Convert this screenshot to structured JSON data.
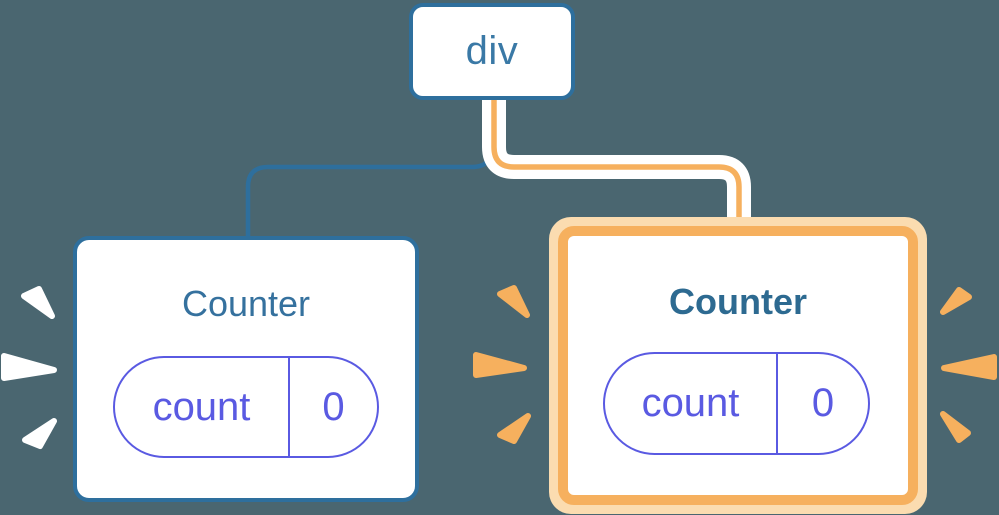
{
  "diagram": {
    "description": "component tree: root div element with two Counter children; second Counter highlighted",
    "root_node": {
      "label": "div"
    },
    "children": [
      {
        "title": "Counter",
        "highlighted": false,
        "state_pill": {
          "name": "count",
          "value": "0"
        }
      },
      {
        "title": "Counter",
        "highlighted": true,
        "state_pill": {
          "name": "count",
          "value": "0"
        }
      }
    ],
    "colors": {
      "background": "#4a6670",
      "node_border_blue": "#2e6f9d",
      "root_label_blue": "#3a79a6",
      "title_blue": "#35719e",
      "title_blue_bold": "#2d6a91",
      "state_purple": "#5a5ae2",
      "highlight_orange": "#f6b05e",
      "highlight_peach": "#fbdcb0",
      "spark_white": "#ffffff",
      "card_fill": "#ffffff"
    }
  }
}
